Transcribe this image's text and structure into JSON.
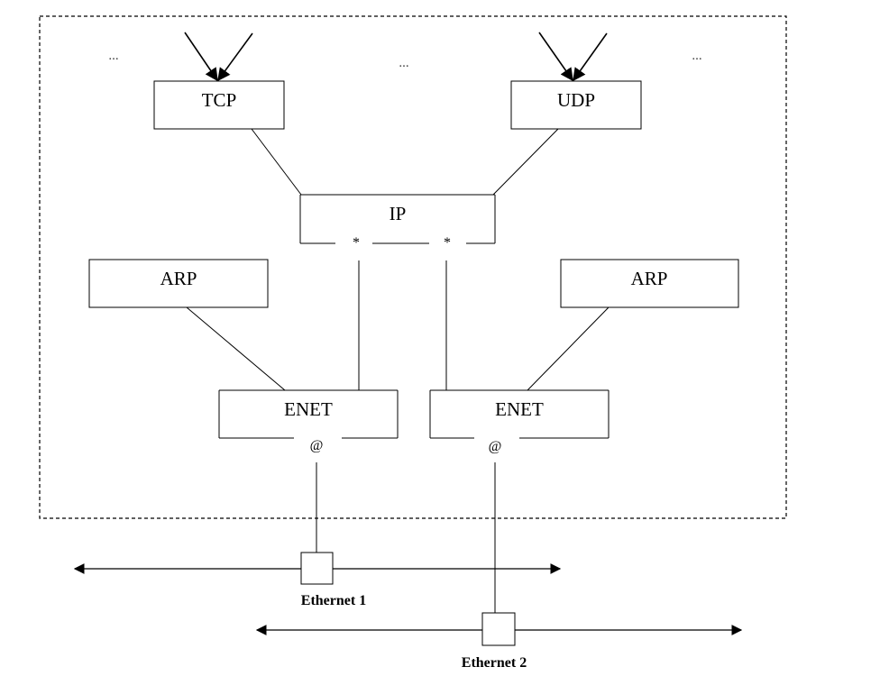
{
  "nodes": {
    "tcp": "TCP",
    "udp": "UDP",
    "ip": "IP",
    "arp_left": "ARP",
    "arp_right": "ARP",
    "enet_left": "ENET",
    "enet_right": "ENET"
  },
  "ports": {
    "ip_left": "*",
    "ip_right": "*",
    "enet_left": "@",
    "enet_right": "@"
  },
  "ellipses": {
    "left": "...",
    "middle": "...",
    "right": "..."
  },
  "networks": {
    "ethernet1": "Ethernet 1",
    "ethernet2": "Ethernet 2"
  }
}
